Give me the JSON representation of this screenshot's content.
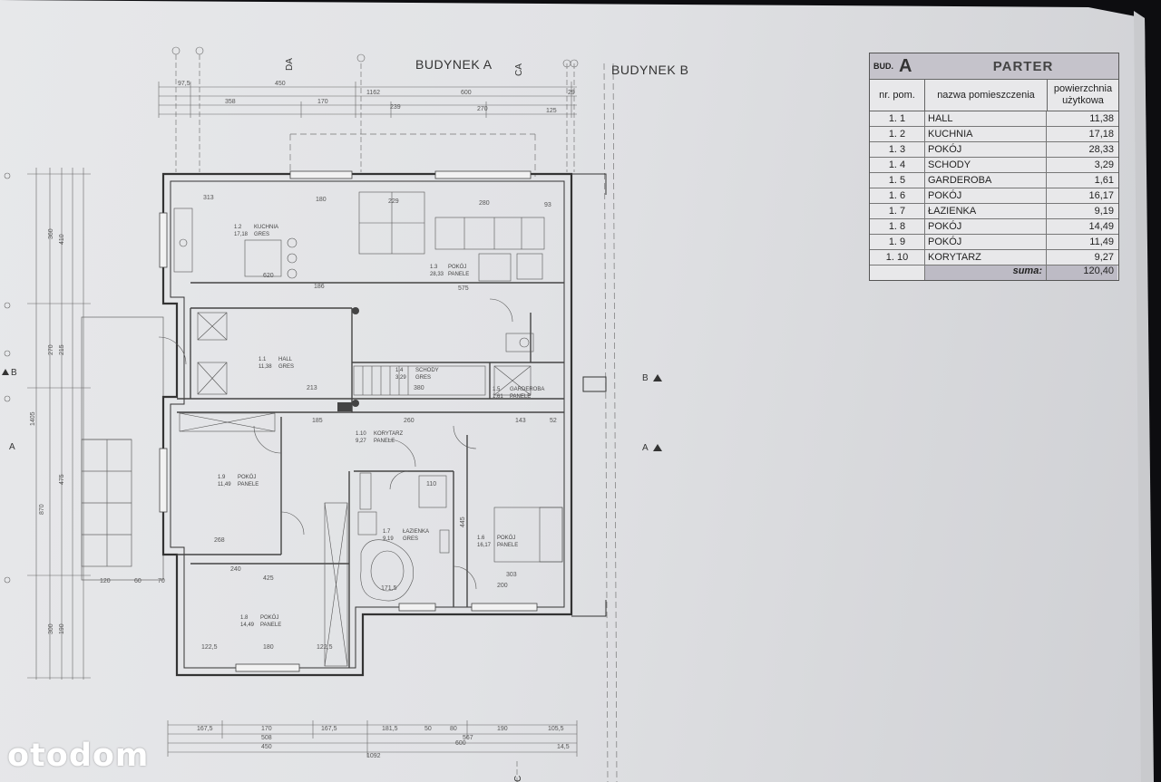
{
  "labels": {
    "building_a": "BUDYNEK A",
    "building_b": "BUDYNEK B",
    "section_b": "B",
    "section_a": "A",
    "axis_da": "DA",
    "axis_ca": "CA",
    "axis_c": "C"
  },
  "room_tags": [
    {
      "id": "1.2",
      "name": "KUCHNIA",
      "area": "17,18",
      "finish": "GRES"
    },
    {
      "id": "1.3",
      "name": "POKÓJ",
      "area": "28,33",
      "finish": "PANELE"
    },
    {
      "id": "1.1",
      "name": "HALL",
      "area": "11,38",
      "finish": "GRES"
    },
    {
      "id": "1.4",
      "name": "SCHODY",
      "area": "3,29",
      "finish": "GRES"
    },
    {
      "id": "1.5",
      "name": "GARDEROBA",
      "area": "1,61",
      "finish": "PANELE"
    },
    {
      "id": "1.10",
      "name": "KORYTARZ",
      "area": "9,27",
      "finish": "PANELE"
    },
    {
      "id": "1.9",
      "name": "POKÓJ",
      "area": "11,49",
      "finish": "PANELE"
    },
    {
      "id": "1.7",
      "name": "ŁAZIENKA",
      "area": "9,19",
      "finish": "GRES"
    },
    {
      "id": "1.6",
      "name": "POKÓJ",
      "area": "16,17",
      "finish": "PANELE"
    },
    {
      "id": "1.8",
      "name": "POKÓJ",
      "area": "14,49",
      "finish": "PANELE"
    }
  ],
  "dims": {
    "top_1": [
      "97,5",
      "450",
      "600",
      "29"
    ],
    "top_2": [
      "1162"
    ],
    "top_3": [
      "358",
      "170",
      "239",
      "270",
      "125"
    ],
    "bottom_1": [
      "167,5",
      "170",
      "167,5",
      "181,5",
      "50",
      "80",
      "190",
      "105,5"
    ],
    "bottom_2": [
      "508",
      "567"
    ],
    "bottom_3": [
      "450",
      "600",
      "14,5"
    ],
    "bottom_4": [
      "1092"
    ],
    "left": [
      "360",
      "410",
      "270",
      "215",
      "1405",
      "870",
      "475",
      "190",
      "300"
    ],
    "inner": [
      "313",
      "180",
      "229",
      "280",
      "93",
      "620",
      "186",
      "575",
      "213",
      "380",
      "185",
      "260",
      "143",
      "52",
      "268",
      "240",
      "425",
      "303",
      "200",
      "122,5",
      "180",
      "122,5",
      "120",
      "60",
      "70",
      "171,5",
      "110",
      "445"
    ]
  },
  "table": {
    "bud_label": "BUD.",
    "bud_value": "A",
    "title": "PARTER",
    "col_nr": "nr. pom.",
    "col_name": "nazwa pomieszczenia",
    "col_area": "powierzchnia użytkowa",
    "rows": [
      {
        "nr": "1. 1",
        "name": "HALL",
        "area": "11,38"
      },
      {
        "nr": "1. 2",
        "name": "KUCHNIA",
        "area": "17,18"
      },
      {
        "nr": "1. 3",
        "name": "POKÓJ",
        "area": "28,33"
      },
      {
        "nr": "1. 4",
        "name": "SCHODY",
        "area": "3,29"
      },
      {
        "nr": "1. 5",
        "name": "GARDEROBA",
        "area": "1,61"
      },
      {
        "nr": "1. 6",
        "name": "POKÓJ",
        "area": "16,17"
      },
      {
        "nr": "1. 7",
        "name": "ŁAZIENKA",
        "area": "9,19"
      },
      {
        "nr": "1. 8",
        "name": "POKÓJ",
        "area": "14,49"
      },
      {
        "nr": "1. 9",
        "name": "POKÓJ",
        "area": "11,49"
      },
      {
        "nr": "1. 10",
        "name": "KORYTARZ",
        "area": "9,27"
      }
    ],
    "sum_label": "suma:",
    "sum_value": "120,40"
  },
  "watermark": "otodom"
}
